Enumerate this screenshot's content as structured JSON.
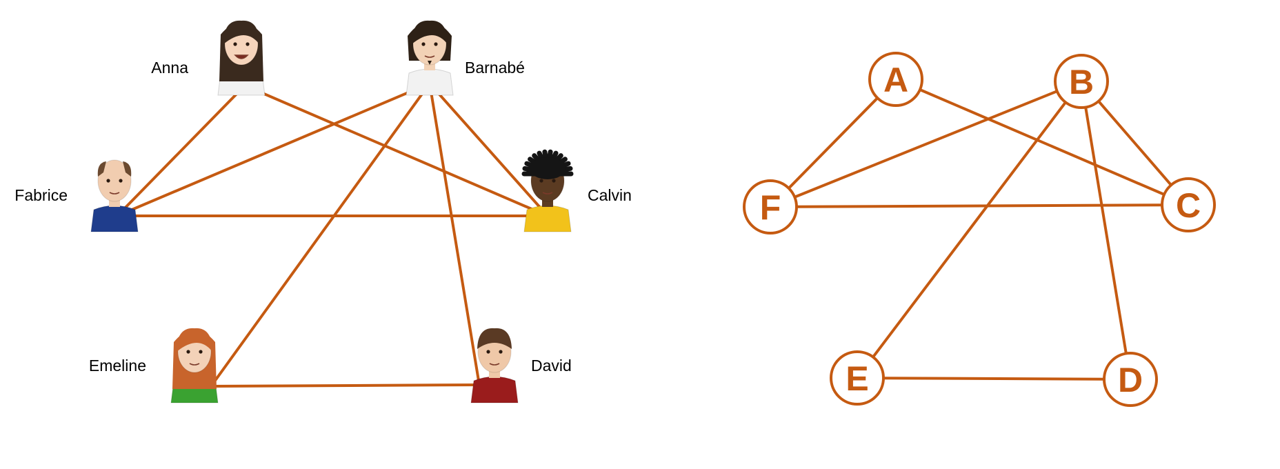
{
  "colors": {
    "edge": "#c55a11",
    "node_stroke": "#c55a11",
    "node_fill": "#ffffff",
    "node_text": "#c55a11",
    "label_text": "#000000"
  },
  "social_graph": {
    "people": [
      {
        "id": "anna",
        "name": "Anna",
        "icon": "woman-long-hair-avatar-icon",
        "hair": "#3a2a1e",
        "skin": "#f6d5bc",
        "shirt": "#f2f2f2"
      },
      {
        "id": "barnabe",
        "name": "Barnabé",
        "icon": "man-shaggy-hair-avatar-icon",
        "hair": "#2e2116",
        "skin": "#f2d2b6",
        "shirt": "#f2f2f2"
      },
      {
        "id": "fabrice",
        "name": "Fabrice",
        "icon": "balding-man-avatar-icon",
        "hair": "#6b4a30",
        "skin": "#f1cdb0",
        "shirt": "#1f3d8c"
      },
      {
        "id": "calvin",
        "name": "Calvin",
        "icon": "man-dreadlocks-avatar-icon",
        "hair": "#151515",
        "skin": "#5b3b22",
        "shirt": "#f2c21b"
      },
      {
        "id": "emeline",
        "name": "Emeline",
        "icon": "red-haired-woman-avatar-icon",
        "hair": "#c8642c",
        "skin": "#f3d2b8",
        "shirt": "#3aa231"
      },
      {
        "id": "david",
        "name": "David",
        "icon": "man-short-hair-avatar-icon",
        "hair": "#5a3a24",
        "skin": "#efc8a8",
        "shirt": "#9a1c1c"
      }
    ],
    "edges": [
      [
        "anna",
        "fabrice"
      ],
      [
        "anna",
        "calvin"
      ],
      [
        "barnabe",
        "fabrice"
      ],
      [
        "barnabe",
        "calvin"
      ],
      [
        "barnabe",
        "emeline"
      ],
      [
        "barnabe",
        "david"
      ],
      [
        "fabrice",
        "calvin"
      ],
      [
        "emeline",
        "david"
      ]
    ]
  },
  "abstract_graph": {
    "nodes": [
      {
        "id": "A",
        "label": "A"
      },
      {
        "id": "B",
        "label": "B"
      },
      {
        "id": "C",
        "label": "C"
      },
      {
        "id": "D",
        "label": "D"
      },
      {
        "id": "E",
        "label": "E"
      },
      {
        "id": "F",
        "label": "F"
      }
    ],
    "edges": [
      [
        "A",
        "F"
      ],
      [
        "A",
        "C"
      ],
      [
        "B",
        "F"
      ],
      [
        "B",
        "C"
      ],
      [
        "B",
        "E"
      ],
      [
        "B",
        "D"
      ],
      [
        "F",
        "C"
      ],
      [
        "E",
        "D"
      ]
    ]
  }
}
